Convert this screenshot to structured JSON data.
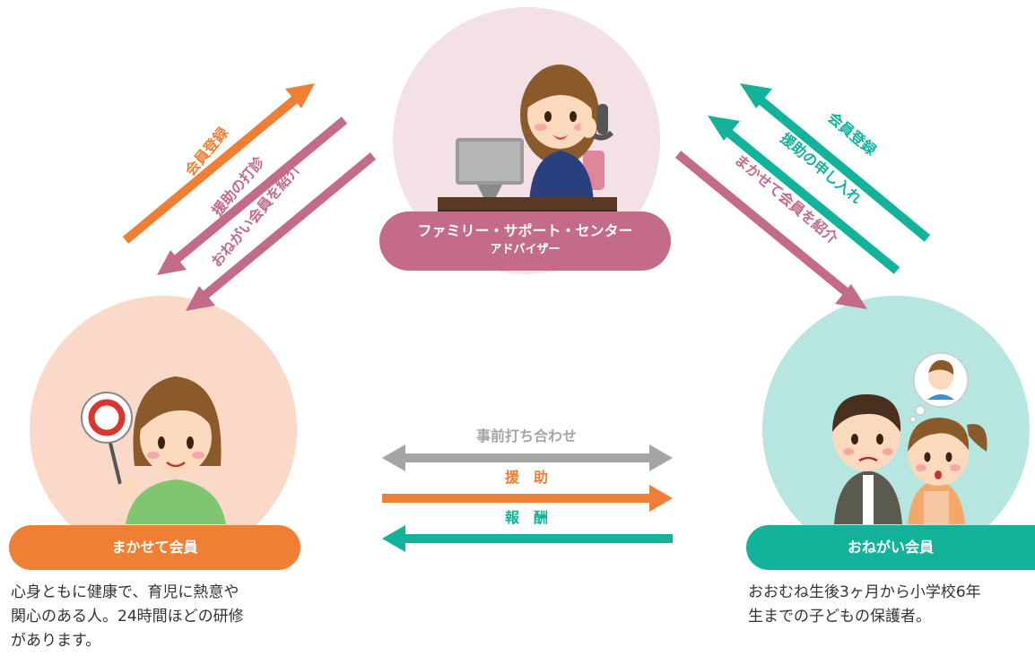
{
  "center": {
    "title_line1": "ファミリー・サポート・センター",
    "title_line2": "アドバイザー",
    "pill_color": "#c46b8a",
    "circle_color": "#f4e1e6"
  },
  "left_member": {
    "label": "まかせて会員",
    "pill_color": "#ef7f34",
    "circle_color": "#fad9c8",
    "description": [
      "心身ともに健康で、育児に熱意や",
      "関心のある人。24時間ほどの研修",
      "があります。"
    ]
  },
  "right_member": {
    "label": "おねがい会員",
    "pill_color": "#13b39b",
    "circle_color": "#b6e6df",
    "description": [
      "おおむね生後3ヶ月から小学校6年",
      "生までの子どもの保護者。"
    ]
  },
  "left_arrows": {
    "register": "会員登録",
    "request": "援助の打診",
    "introduce": "おねがい会員を紹介"
  },
  "right_arrows": {
    "register": "会員登録",
    "apply": "援助の申し入れ",
    "introduce": "まかせて会員を紹介"
  },
  "bottom_arrows": {
    "meeting": "事前打ち合わせ",
    "support": "援　助",
    "reward": "報　酬"
  },
  "colors": {
    "orange": "#ef7f34",
    "pink": "#c46b8a",
    "teal": "#13b39b",
    "gray": "#a5a5a5"
  }
}
